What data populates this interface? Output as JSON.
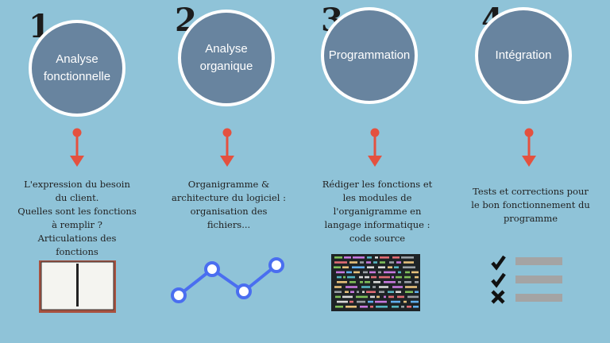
{
  "colors": {
    "background": "#8fc3d8",
    "circle_fill": "#68849f",
    "circle_border": "#ffffff",
    "arrow": "#e4513f",
    "number": "#1c1c1c"
  },
  "steps": [
    {
      "number": "1",
      "title_lines": [
        "Analyse",
        "fonctionnelle"
      ],
      "description_lines": [
        "L'expression du besoin",
        "du client.",
        "Quelles sont les fonctions",
        "à remplir ?",
        "Articulations des",
        "fonctions"
      ],
      "icon": "open-book-icon"
    },
    {
      "number": "2",
      "title_lines": [
        "Analyse",
        "organique"
      ],
      "description_lines": [
        "Organigramme &",
        "architecture du logiciel :",
        "organisation des",
        "fichiers..."
      ],
      "icon": "line-graph-icon"
    },
    {
      "number": "3",
      "title_lines": [
        "Programmation"
      ],
      "description_lines": [
        "Rédiger les fonctions et",
        "les modules de",
        "l'organigramme en",
        "langage informatique :",
        "code source"
      ],
      "icon": "source-code-icon"
    },
    {
      "number": "4",
      "title_lines": [
        "Intégration"
      ],
      "description_lines": [
        "Tests et corrections pour",
        "le bon fonctionnement du",
        "programme"
      ],
      "icon": "checklist-icon"
    }
  ]
}
